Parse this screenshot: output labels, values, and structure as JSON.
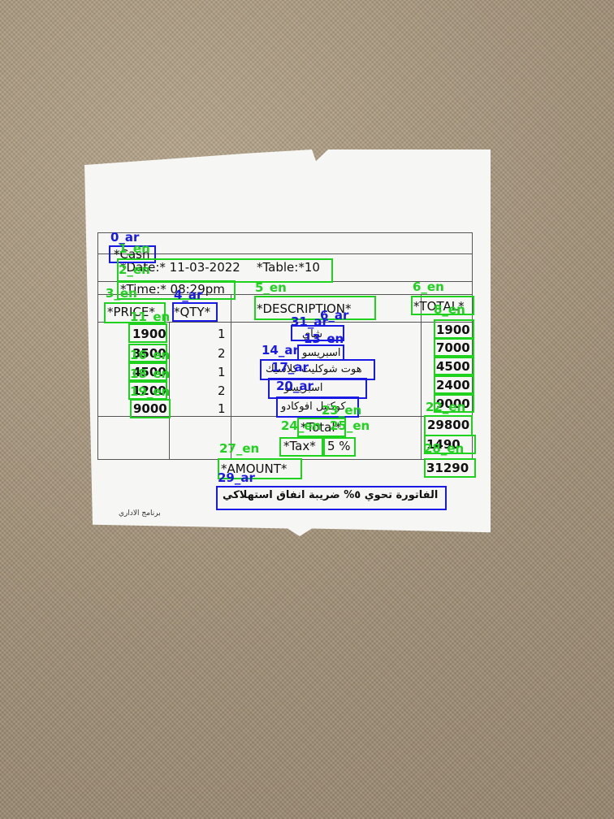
{
  "receipt": {
    "cash": "*Cash",
    "date": "*Date:* 11-03-2022",
    "table": "*Table:*10",
    "time": "*Time:* 08:29pm",
    "headers": {
      "price": "*PRICE*",
      "qty": "*QTY*",
      "description": "*DESCRIPTION*",
      "total": "*TOTAL*"
    },
    "items": [
      {
        "price": "1900",
        "qty": "1",
        "description": "شاي",
        "total": "1900"
      },
      {
        "price": "3500",
        "qty": "2",
        "description": "اسبريسو",
        "total": "7000"
      },
      {
        "price": "4500",
        "qty": "1",
        "description": "هوت شوكليت كلاسيك",
        "total": "4500"
      },
      {
        "price": "1200",
        "qty": "2",
        "description": "اسبريسو",
        "total": "2400"
      },
      {
        "price": "9000",
        "qty": "1",
        "description": "كوكتيل افوكادو",
        "total": "9000"
      }
    ],
    "total_label": "*Total*",
    "total_value": "29800",
    "tax_label": "*Tax*",
    "tax_rate": "5 %",
    "tax_value": "1490",
    "amount_label": "*AMOUNT*",
    "amount_value": "31290",
    "note": "الفاتورة تحوي ٥% ضريبة انفاق استهلاكي",
    "footer": "برنامج الاداري"
  },
  "annotations": {
    "colors": {
      "en": "#1ed21e",
      "ar": "#1a1ae6"
    },
    "labels": {
      "l0": "0_ar",
      "l1": "1_en",
      "l2": "2_en",
      "l3": "3_en",
      "l4": "4_ar",
      "l5": "5_en",
      "l6": "6_en",
      "l8": "8_en",
      "l11": "11_en",
      "l13": "13_en",
      "l14": "14_ar",
      "l16": "16_en",
      "l17": "17_ar",
      "l18": "18_en",
      "l19": "19_en",
      "l20": "20_ar",
      "l22": "22_en",
      "l23": "23_en",
      "l24": "24_en",
      "l25": "25_en",
      "l27": "27_en",
      "l28": "28_en",
      "l29": "29_ar",
      "l31": "31_ar",
      "l6ar": "6_ar"
    }
  }
}
